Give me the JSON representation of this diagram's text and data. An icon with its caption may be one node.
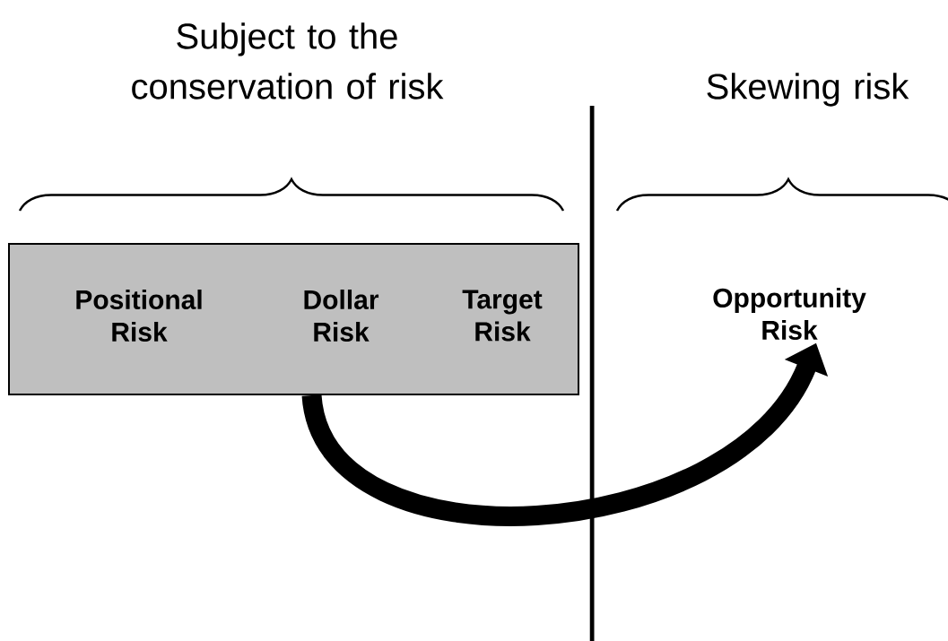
{
  "diagram": {
    "nodes": [
      {
        "text": [
          "Positional Risk",
          "Dollar Risk",
          "Target Risk"
        ]
      },
      {
        "text": [
          "Opportunity Risk"
        ]
      }
    ],
    "edges": [
      {
        "from": 0,
        "to": 1,
        "arrow": "to"
      }
    ],
    "labels": [
      "Subject to the conservation of risk",
      "Skewing risk"
    ]
  }
}
